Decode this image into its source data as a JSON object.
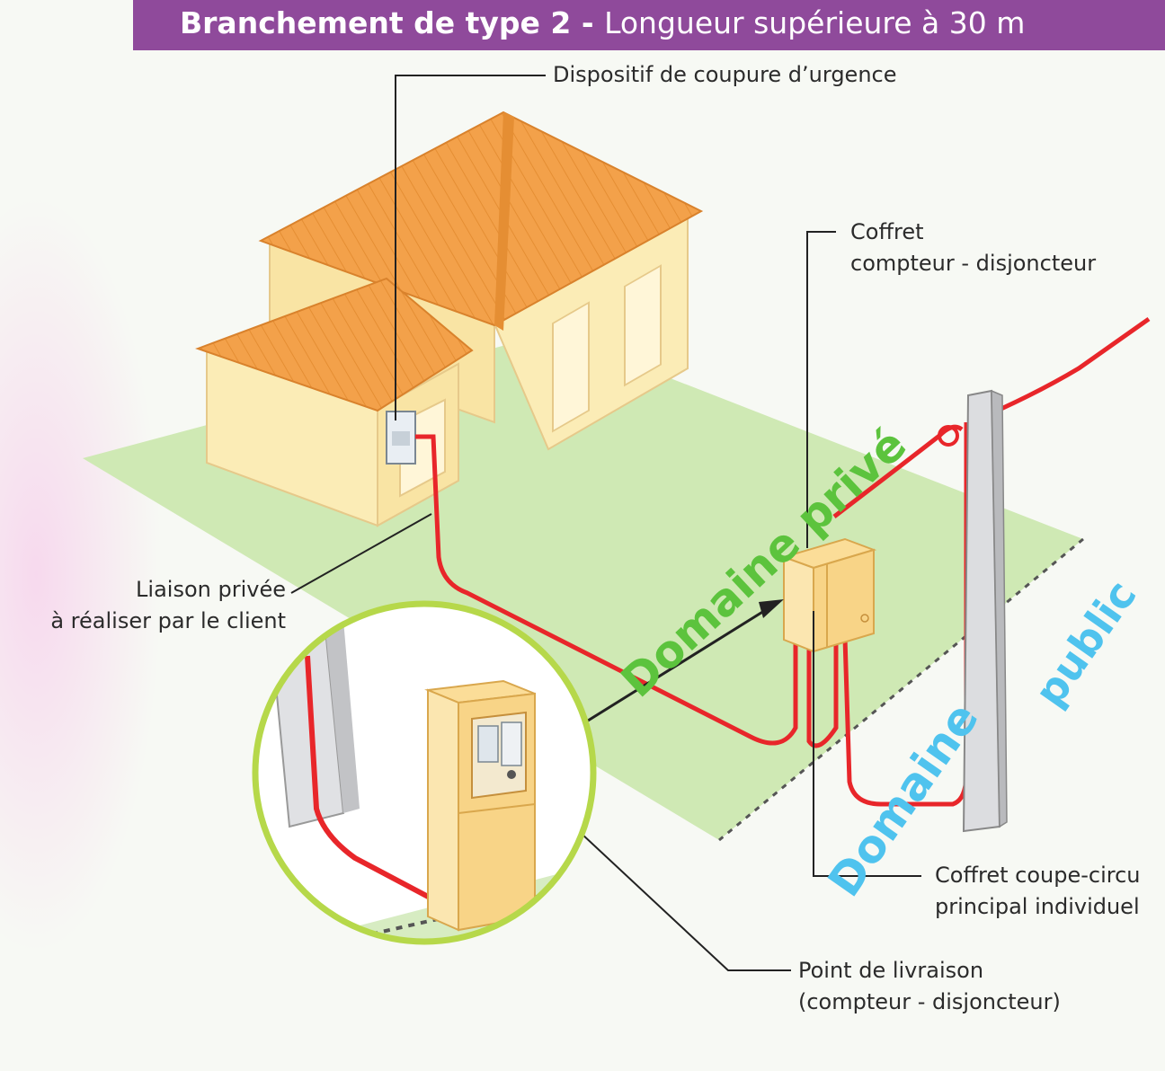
{
  "title": {
    "bold": "Branchement de type 2 - ",
    "regular": "Longueur supérieure à 30 m"
  },
  "labels": {
    "emergency_cutoff": "Dispositif de coupure d’urgence",
    "meter_box_line1": "Coffret",
    "meter_box_line2": "compteur - disjoncteur",
    "private_link_line1": "Liaison privée",
    "private_link_line2": "à réaliser par le client",
    "fuse_box_line1": "Coffret coupe-circu",
    "fuse_box_line2": "principal individuel",
    "delivery_point_line1": "Point de livraison",
    "delivery_point_line2": "(compteur - disjoncteur)"
  },
  "domains": {
    "private_1": "Domaine",
    "private_2": "privé",
    "public_1": "Domaine",
    "public_2": "public"
  },
  "colors": {
    "title_bg": "#8f4a9b",
    "cable": "#e8262a",
    "private_domain_text": "#5cc33d",
    "public_domain_text": "#4fc3ee",
    "roof": "#f3a14a",
    "wall": "#fbecb6",
    "lawn": "#cfe9b4",
    "inset_ring": "#b6d84a"
  },
  "icons": [
    "house-illustration",
    "utility-pole-icon",
    "meter-cabinet-icon",
    "double-arrow-icon",
    "magnifier-inset-circle"
  ]
}
